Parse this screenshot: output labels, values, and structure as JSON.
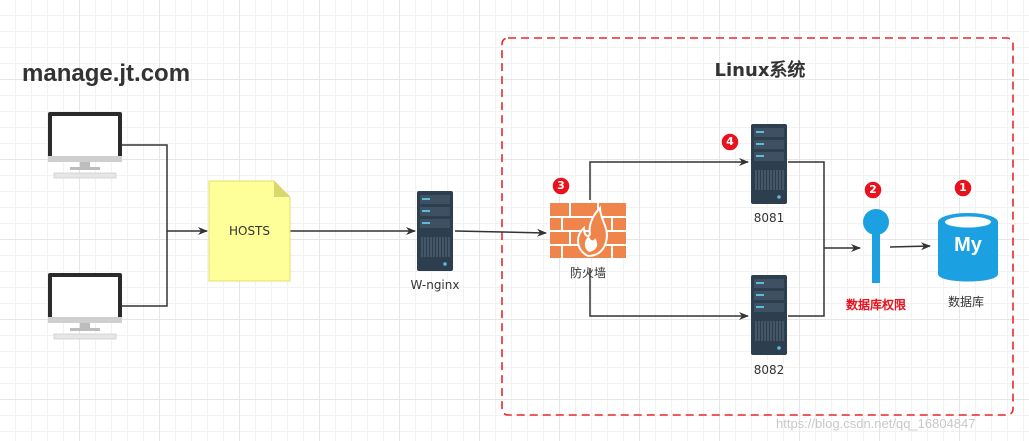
{
  "title": "manage.jt.com",
  "region": {
    "title": "Linux系统"
  },
  "nodes": {
    "hosts": "HOSTS",
    "nginx": "W-nginx",
    "firewall": "防火墙",
    "server_top": "8081",
    "server_bottom": "8082",
    "db_permission": "数据库权限",
    "database": "数据库",
    "mysql_logo": "My"
  },
  "badges": {
    "database": "1",
    "db_permission": "2",
    "firewall": "3",
    "server_top": "4"
  },
  "watermark": "https://blog.csdn.net/qq_16804847",
  "colors": {
    "region_border": "#e8282c",
    "badge": "#e8111c",
    "note_fill": "#ffff99",
    "firewall": "#f0854b",
    "db": "#1ba1e2",
    "server": "#2d3e4e",
    "label_red": "#e8111c"
  }
}
